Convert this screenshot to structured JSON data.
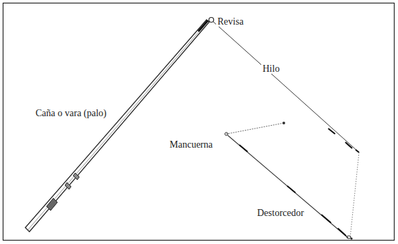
{
  "diagram": {
    "labels": [
      "Revisa",
      "Hilo",
      "Caña o vara (palo)",
      "Mancuerna",
      "Destorcedor"
    ]
  }
}
